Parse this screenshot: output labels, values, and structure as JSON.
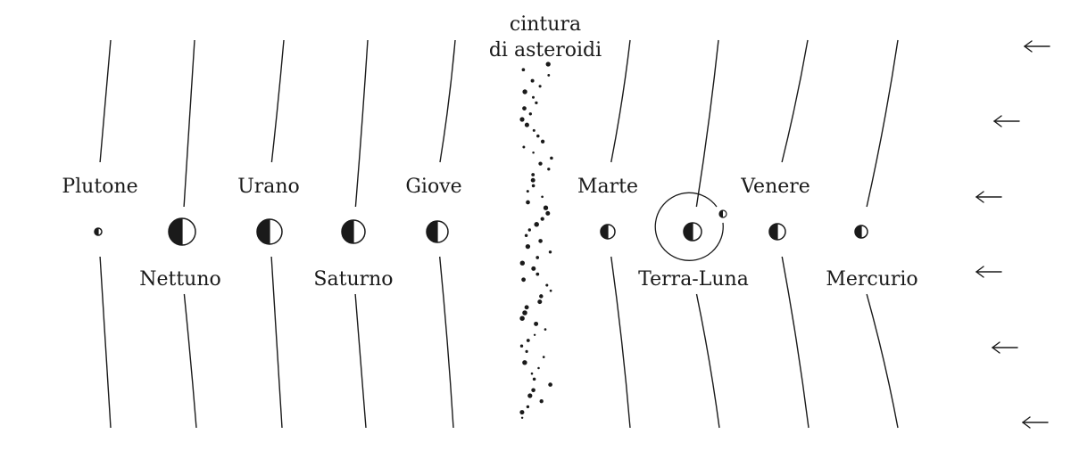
{
  "belt": {
    "label_line1": "cintura",
    "label_line2": "di asteroidi"
  },
  "planets": [
    {
      "id": "plutone",
      "label": "Plutone",
      "label_pos": "above"
    },
    {
      "id": "nettuno",
      "label": "Nettuno",
      "label_pos": "below"
    },
    {
      "id": "urano",
      "label": "Urano",
      "label_pos": "above"
    },
    {
      "id": "saturno",
      "label": "Saturno",
      "label_pos": "below"
    },
    {
      "id": "giove",
      "label": "Giove",
      "label_pos": "above"
    },
    {
      "id": "marte",
      "label": "Marte",
      "label_pos": "above"
    },
    {
      "id": "terra-luna",
      "label": "Terra-Luna",
      "label_pos": "below"
    },
    {
      "id": "venere",
      "label": "Venere",
      "label_pos": "above"
    },
    {
      "id": "mercurio",
      "label": "Mercurio",
      "label_pos": "below"
    }
  ],
  "colors": {
    "ink": "#1a1a1a",
    "background": "#ffffff"
  },
  "icons": {
    "sunlight": "left-arrow-icon",
    "planet": "half-lit-disc-icon"
  }
}
